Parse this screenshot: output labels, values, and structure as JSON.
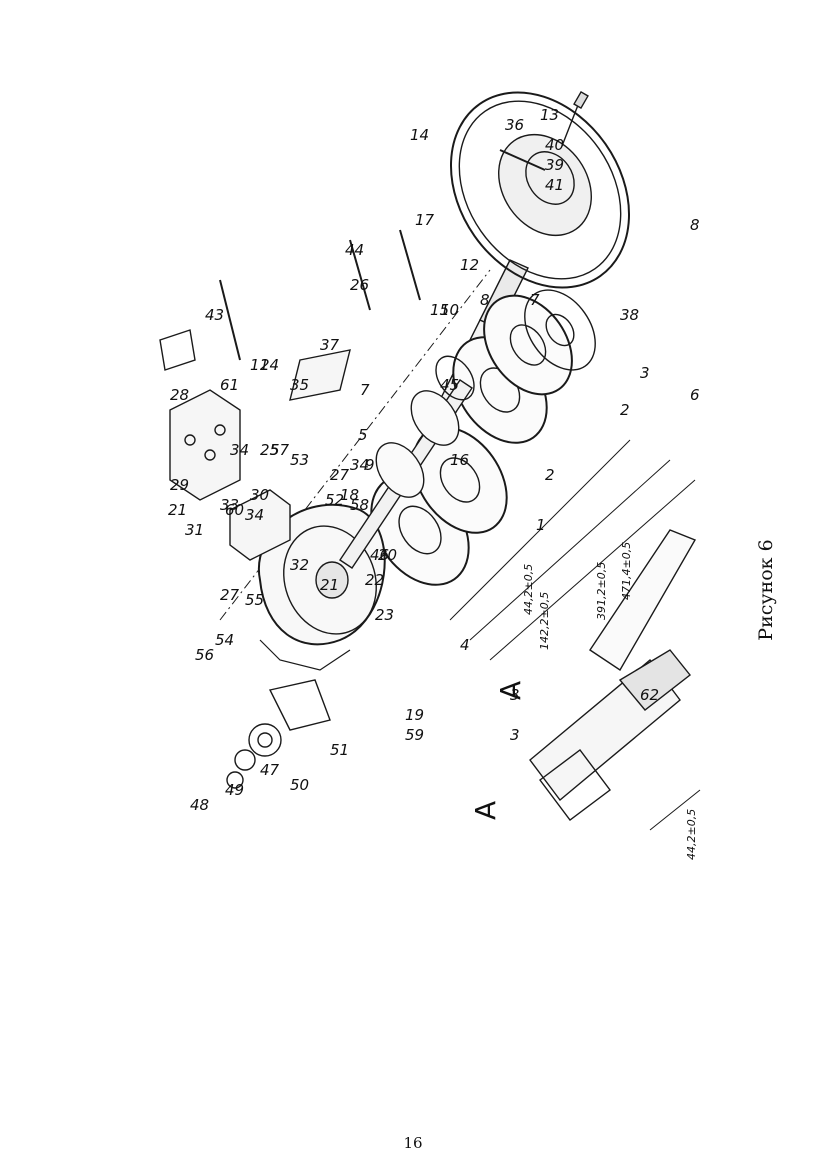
{
  "figure": {
    "caption": "Рисунок 6",
    "page_number": "16",
    "view_marks": [
      "A",
      "A"
    ],
    "dimensions": [
      "44,2±0,5",
      "142,2±0,5",
      "391,2±0,5",
      "471,4±0,5",
      "44,2±0,5"
    ],
    "callouts": [
      "1",
      "2",
      "2",
      "3",
      "3",
      "3",
      "4",
      "5",
      "6",
      "7",
      "7",
      "8",
      "8",
      "9",
      "10",
      "11",
      "12",
      "13",
      "14",
      "15",
      "16",
      "17",
      "18",
      "19",
      "20",
      "21",
      "21",
      "22",
      "23",
      "24",
      "25",
      "26",
      "27",
      "27",
      "28",
      "29",
      "30",
      "31",
      "32",
      "33",
      "34",
      "34",
      "34",
      "35",
      "36",
      "37",
      "38",
      "39",
      "40",
      "41",
      "43",
      "44",
      "45",
      "46",
      "47",
      "48",
      "49",
      "50",
      "51",
      "52",
      "53",
      "54",
      "55",
      "56",
      "57",
      "58",
      "59",
      "60",
      "61",
      "62"
    ]
  }
}
